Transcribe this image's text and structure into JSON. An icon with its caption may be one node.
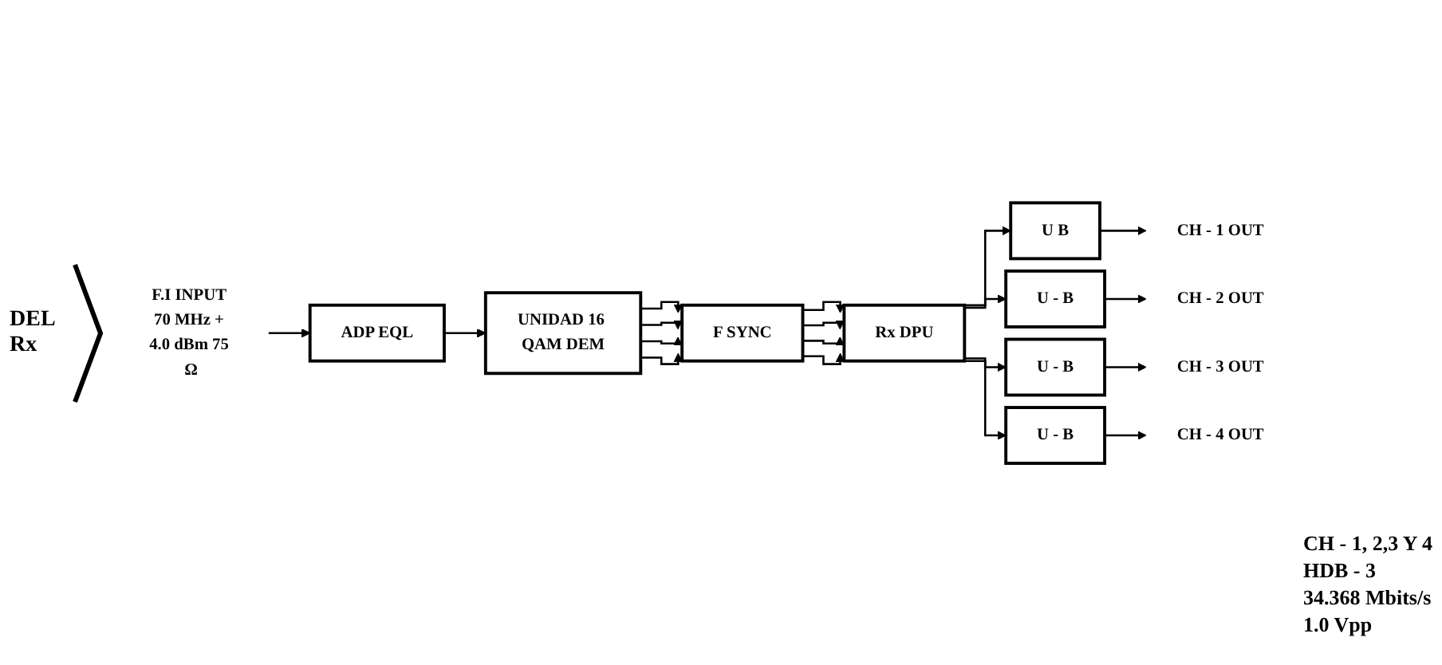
{
  "diagram": {
    "nodes": [
      {
        "text": [
          "F.I INPUT 70 MHz + 4.0 dBm 75 Ω"
        ]
      },
      {
        "text": [
          "ADP EQL"
        ]
      },
      {
        "text": [
          "UNIDAD 16 QAM DEM"
        ]
      },
      {
        "text": [
          "F SYNC"
        ]
      },
      {
        "text": [
          "Rx DPU"
        ]
      },
      {
        "text": [
          "U B"
        ]
      },
      {
        "text": [
          "U - B"
        ]
      },
      {
        "text": [
          "U - B"
        ]
      },
      {
        "text": [
          "U - B"
        ]
      },
      {
        "text": [
          "CH - 1 OUT"
        ]
      },
      {
        "text": [
          "CH - 2 OUT"
        ]
      },
      {
        "text": [
          "CH - 3 OUT"
        ]
      },
      {
        "text": [
          "CH - 4 OUT"
        ]
      }
    ],
    "edges": [
      {
        "from": 0,
        "to": 1,
        "arrow": "to"
      },
      {
        "from": 1,
        "to": 2,
        "arrow": "to"
      },
      {
        "from": 2,
        "to": 3,
        "arrow": "to"
      },
      {
        "from": 2,
        "to": 3,
        "arrow": "to"
      },
      {
        "from": 2,
        "to": 3,
        "arrow": "to"
      },
      {
        "from": 2,
        "to": 3,
        "arrow": "to"
      },
      {
        "from": 3,
        "to": 4,
        "arrow": "to"
      },
      {
        "from": 3,
        "to": 4,
        "arrow": "to"
      },
      {
        "from": 3,
        "to": 4,
        "arrow": "to"
      },
      {
        "from": 3,
        "to": 4,
        "arrow": "to"
      },
      {
        "from": 4,
        "to": 5,
        "arrow": "to"
      },
      {
        "from": 4,
        "to": 6,
        "arrow": "to"
      },
      {
        "from": 4,
        "to": 7,
        "arrow": "to"
      },
      {
        "from": 4,
        "to": 8,
        "arrow": "to"
      },
      {
        "from": 5,
        "to": 9,
        "arrow": "to"
      },
      {
        "from": 6,
        "to": 10,
        "arrow": "to"
      },
      {
        "from": 7,
        "to": 11,
        "arrow": "to"
      },
      {
        "from": 8,
        "to": 12,
        "arrow": "to"
      }
    ],
    "labels": [
      "DEL Rx",
      "CH - 1, 2,3 Y 4",
      "HDB - 3",
      "34.368 Mbits/s",
      "1.0 Vpp"
    ]
  }
}
